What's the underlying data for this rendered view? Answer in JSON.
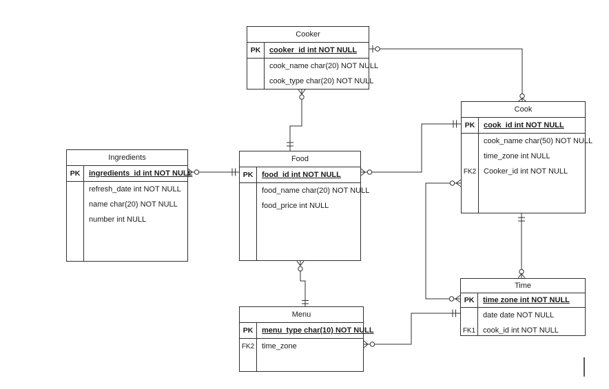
{
  "entities": {
    "cooker": {
      "title": "Cooker",
      "pk_key": "PK",
      "pk": "cooker_id int NOT NULL",
      "rows": [
        {
          "key": "",
          "text": "cook_name char(20) NOT NULL"
        },
        {
          "key": "",
          "text": "cook_type char(20) NOT NULL"
        }
      ]
    },
    "cook": {
      "title": "Cook",
      "pk_key": "PK",
      "pk": "cook_id int NOT NULL",
      "rows": [
        {
          "key": "",
          "text": "cook_name char(50) NOT NULL"
        },
        {
          "key": "",
          "text": "time_zone int NULL"
        },
        {
          "key": "FK2",
          "text": "Cooker_id int NOT NULL"
        }
      ]
    },
    "ingredients": {
      "title": "Ingredients",
      "pk_key": "PK",
      "pk": "ingredients_id int NOT NULL",
      "rows": [
        {
          "key": "",
          "text": "refresh_date int NOT NULL"
        },
        {
          "key": "",
          "text": "name char(20) NOT NULL"
        },
        {
          "key": "",
          "text": "number int NULL"
        }
      ]
    },
    "food": {
      "title": "Food",
      "pk_key": "PK",
      "pk": "food_id int NOT NULL",
      "rows": [
        {
          "key": "",
          "text": "food_name char(20) NOT NULL"
        },
        {
          "key": "",
          "text": "food_price int NULL"
        }
      ]
    },
    "time": {
      "title": "Time",
      "pk_key": "PK",
      "pk": "time zone int NOT NULL",
      "rows": [
        {
          "key": "",
          "text": "date date NOT NULL"
        },
        {
          "key": "FK1",
          "text": "cook_id int NOT NULL"
        }
      ]
    },
    "menu": {
      "title": "Menu",
      "pk_key": "PK",
      "pk": "menu_type char(10) NOT NULL",
      "rows": [
        {
          "key": "FK2",
          "text": "time_zone"
        }
      ]
    }
  },
  "relationships": [
    {
      "from": "Cooker",
      "from_cardinality": "zero-or-one",
      "to": "Cook",
      "to_cardinality": "zero-or-many"
    },
    {
      "from": "Cooker",
      "from_cardinality": "zero-or-many",
      "to": "Food",
      "to_cardinality": "one-and-only-one"
    },
    {
      "from": "Ingredients",
      "from_cardinality": "zero-or-many",
      "to": "Food",
      "to_cardinality": "one-and-only-one"
    },
    {
      "from": "Food",
      "from_cardinality": "zero-or-many",
      "to": "Cook",
      "to_cardinality": "one-and-only-one"
    },
    {
      "from": "Cook",
      "from_cardinality": "zero-or-many",
      "to": "Time",
      "to_cardinality": "zero-or-many"
    },
    {
      "from": "Cook",
      "from_cardinality": "one-and-only-one",
      "to": "Time",
      "to_cardinality": "zero-or-many"
    },
    {
      "from": "Food",
      "from_cardinality": "zero-or-many",
      "to": "Menu",
      "to_cardinality": "one-and-only-one"
    },
    {
      "from": "Menu",
      "from_cardinality": "zero-or-many",
      "to": "Time",
      "to_cardinality": "one-and-only-one"
    }
  ],
  "line_color": "#2e2e2e",
  "background_color": "#ffffff"
}
